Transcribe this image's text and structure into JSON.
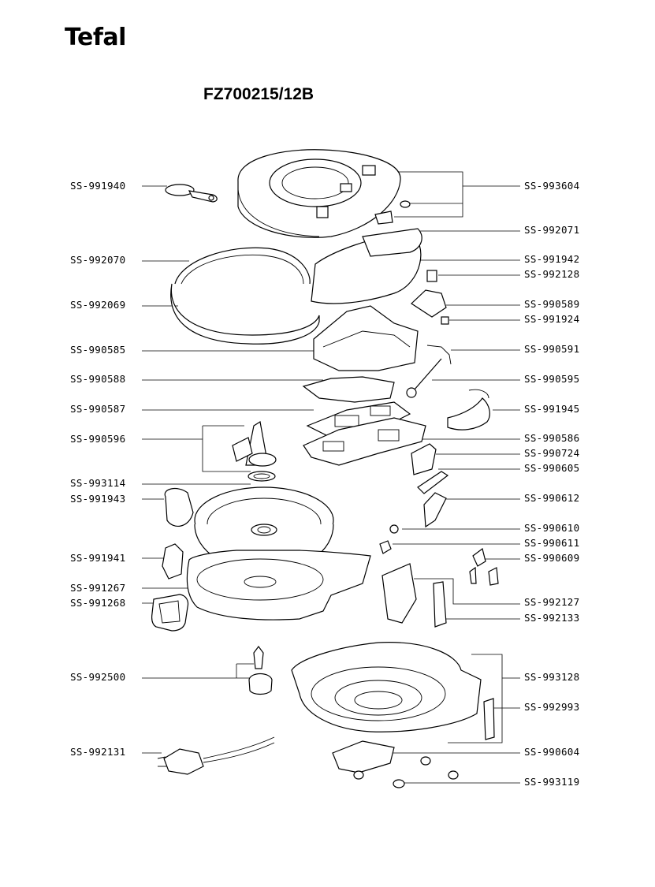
{
  "brand": "Tefal",
  "model": "FZ700215/12B",
  "left_labels": [
    "SS-991940",
    "SS-992070",
    "SS-992069",
    "SS-990585",
    "SS-990588",
    "SS-990587",
    "SS-990596",
    "SS-993114",
    "SS-991943",
    "SS-991941",
    "SS-991267",
    "SS-991268",
    "SS-992500",
    "SS-992131"
  ],
  "right_labels": [
    "SS-993604",
    "SS-992071",
    "SS-991942",
    "SS-992128",
    "SS-990589",
    "SS-991924",
    "SS-990591",
    "SS-990595",
    "SS-991945",
    "SS-990586",
    "SS-990724",
    "SS-990605",
    "SS-990612",
    "SS-990610",
    "SS-990611",
    "SS-990609",
    "SS-992127",
    "SS-992133",
    "SS-993128",
    "SS-992993",
    "SS-990604",
    "SS-993119"
  ]
}
